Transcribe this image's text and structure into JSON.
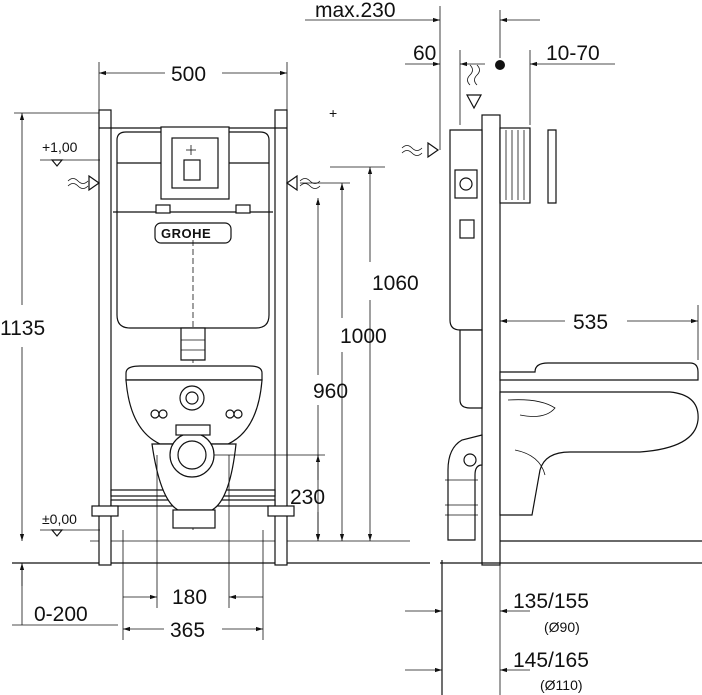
{
  "brand": "GROHE",
  "dimensions": {
    "max_depth": "max.230",
    "d60": "60",
    "d10_70": "10-70",
    "width_500": "500",
    "h1135": "1135",
    "h1060": "1060",
    "h1000": "1000",
    "h960": "960",
    "h230": "230",
    "d535": "535",
    "d180": "180",
    "d365": "365",
    "d0_200": "0-200",
    "d135_155": "135/155",
    "dia90": "(Ø90)",
    "d145_165": "145/165",
    "dia110": "(Ø110)"
  },
  "levels": {
    "upper": "+1,00",
    "zero": "±0,00"
  },
  "marks": {
    "cross": "+"
  }
}
